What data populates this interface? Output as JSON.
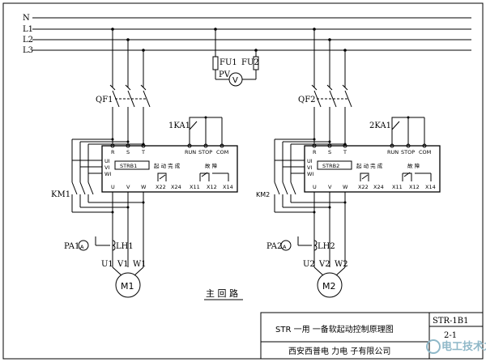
{
  "buses": [
    "N",
    "L1",
    "L2",
    "L3"
  ],
  "fuses": [
    "FU1",
    "FU2"
  ],
  "voltmeter": {
    "label": "PV",
    "symbol": "V"
  },
  "units": [
    {
      "breaker": "QF1",
      "relay": "1KA1",
      "module": "STRB1",
      "contactor": "KM1",
      "ammeter": "PA1",
      "ammeter_symbol": "A",
      "transformer": "LH1",
      "motor": "M1",
      "terminals": [
        "U1",
        "V1",
        "W1"
      ]
    },
    {
      "breaker": "QF2",
      "relay": "2KA1",
      "module": "STRB2",
      "contactor": "KM2",
      "ammeter": "PA2",
      "ammeter_symbol": "A",
      "transformer": "LH2",
      "motor": "M2",
      "terminals": [
        "U2",
        "V2",
        "W2"
      ]
    }
  ],
  "module_labels": {
    "inputs": [
      "R",
      "S",
      "T"
    ],
    "control": [
      "RUN",
      "STOP",
      "COM"
    ],
    "side": [
      "UI",
      "VI",
      "WI"
    ],
    "outputs": [
      "U",
      "V",
      "W"
    ],
    "start_done": "起 动 完 成",
    "fault": "故 障",
    "x_terms": [
      "X22",
      "X24",
      "X11",
      "X12",
      "X14"
    ]
  },
  "caption": "主 回 路",
  "title_block": {
    "title": "STR 一用 一备软起动控制原理图",
    "company": "西安西普电 力电 子有限公司",
    "drawing_no": "STR-1B1",
    "sheet": "2-1"
  },
  "watermark": "电工技术之家"
}
